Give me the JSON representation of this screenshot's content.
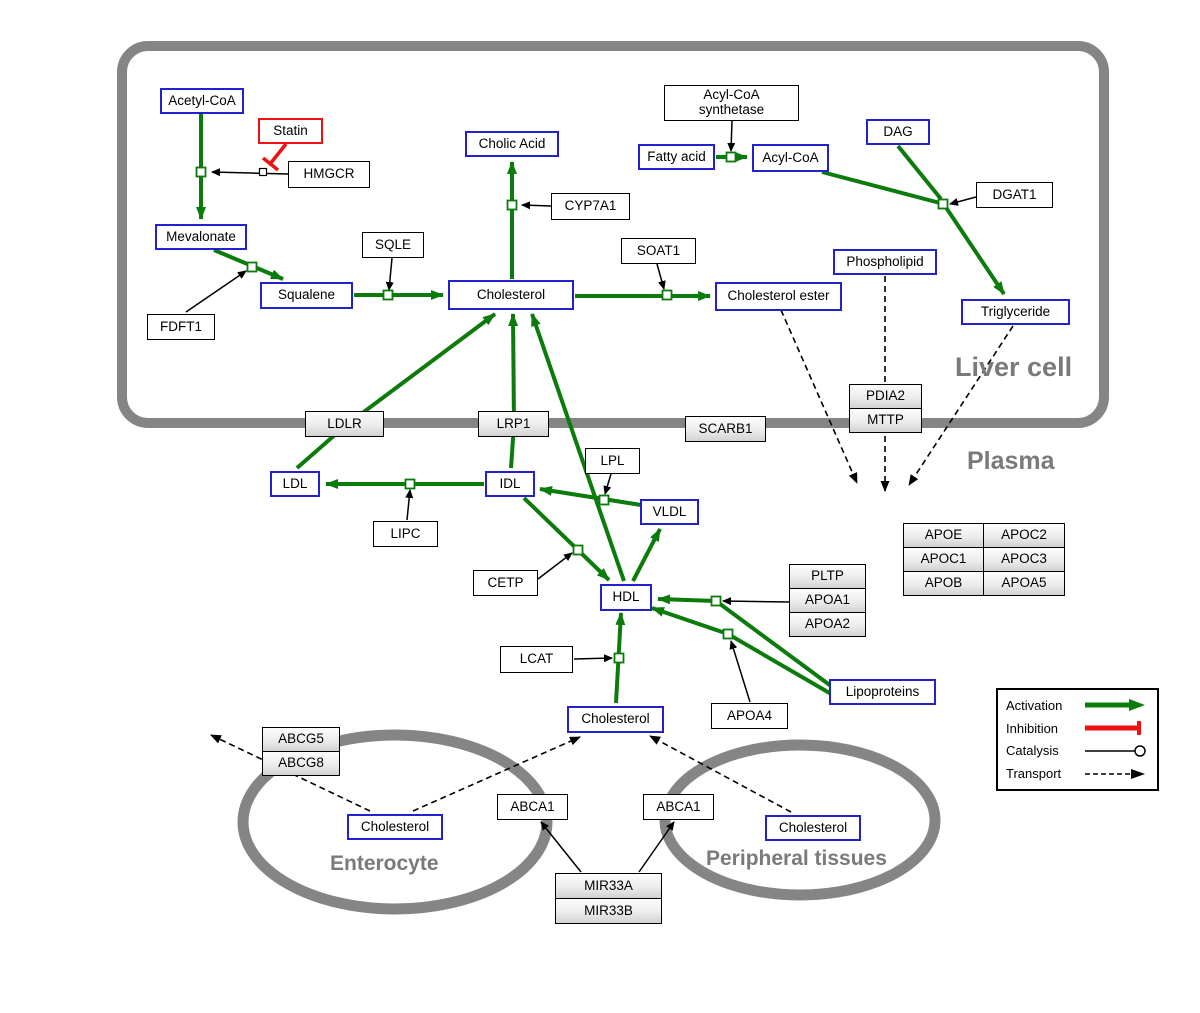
{
  "regions": {
    "liver_cell": "Liver cell",
    "plasma": "Plasma",
    "enterocyte": "Enterocyte",
    "peripheral_tissues": "Peripheral tissues"
  },
  "metabolites": {
    "acetyl_coa": "Acetyl-CoA",
    "mevalonate": "Mevalonate",
    "squalene": "Squalene",
    "cholic_acid": "Cholic Acid",
    "cholesterol_liver": "Cholesterol",
    "cholesterol_ester": "Cholesterol ester",
    "fatty_acid": "Fatty acid",
    "acyl_coa": "Acyl-CoA",
    "dag": "DAG",
    "phospholipid": "Phospholipid",
    "triglyceride": "Triglyceride",
    "ldl": "LDL",
    "idl": "IDL",
    "vldl": "VLDL",
    "hdl": "HDL",
    "lipoproteins": "Lipoproteins",
    "cholesterol_plasma": "Cholesterol",
    "cholesterol_enterocyte": "Cholesterol",
    "cholesterol_peripheral": "Cholesterol"
  },
  "drugs": {
    "statin": "Statin"
  },
  "genes": {
    "hmgcr": "HMGCR",
    "fdft1": "FDFT1",
    "sqle": "SQLE",
    "cyp7a1": "CYP7A1",
    "soat1": "SOAT1",
    "acyl_coa_synthetase": "Acyl-CoA synthetase",
    "dgat1": "DGAT1",
    "ldlr": "LDLR",
    "lrp1": "LRP1",
    "scarb1": "SCARB1",
    "pdia2": "PDIA2",
    "mttp": "MTTP",
    "lpl": "LPL",
    "lipc": "LIPC",
    "cetp": "CETP",
    "lcat": "LCAT",
    "pltp": "PLTP",
    "apoa1": "APOA1",
    "apoa2": "APOA2",
    "apoa4": "APOA4",
    "apoe": "APOE",
    "apoc1": "APOC1",
    "apoc2": "APOC2",
    "apoc3": "APOC3",
    "apob": "APOB",
    "apoa5": "APOA5",
    "abcg5": "ABCG5",
    "abcg8": "ABCG8",
    "abca1_enterocyte": "ABCA1",
    "abca1_peripheral": "ABCA1",
    "mir33a": "MIR33A",
    "mir33b": "MIR33B"
  },
  "legend": {
    "activation": "Activation",
    "inhibition": "Inhibition",
    "catalysis": "Catalysis",
    "transport": "Transport"
  },
  "colors": {
    "activation": "#0b7b0b",
    "inhibition": "#ee1111",
    "catalysis": "#000000",
    "transport": "#000000",
    "metabolite": "#2222cc",
    "membrane": "#858585",
    "region_label": "#7a7a7a"
  }
}
